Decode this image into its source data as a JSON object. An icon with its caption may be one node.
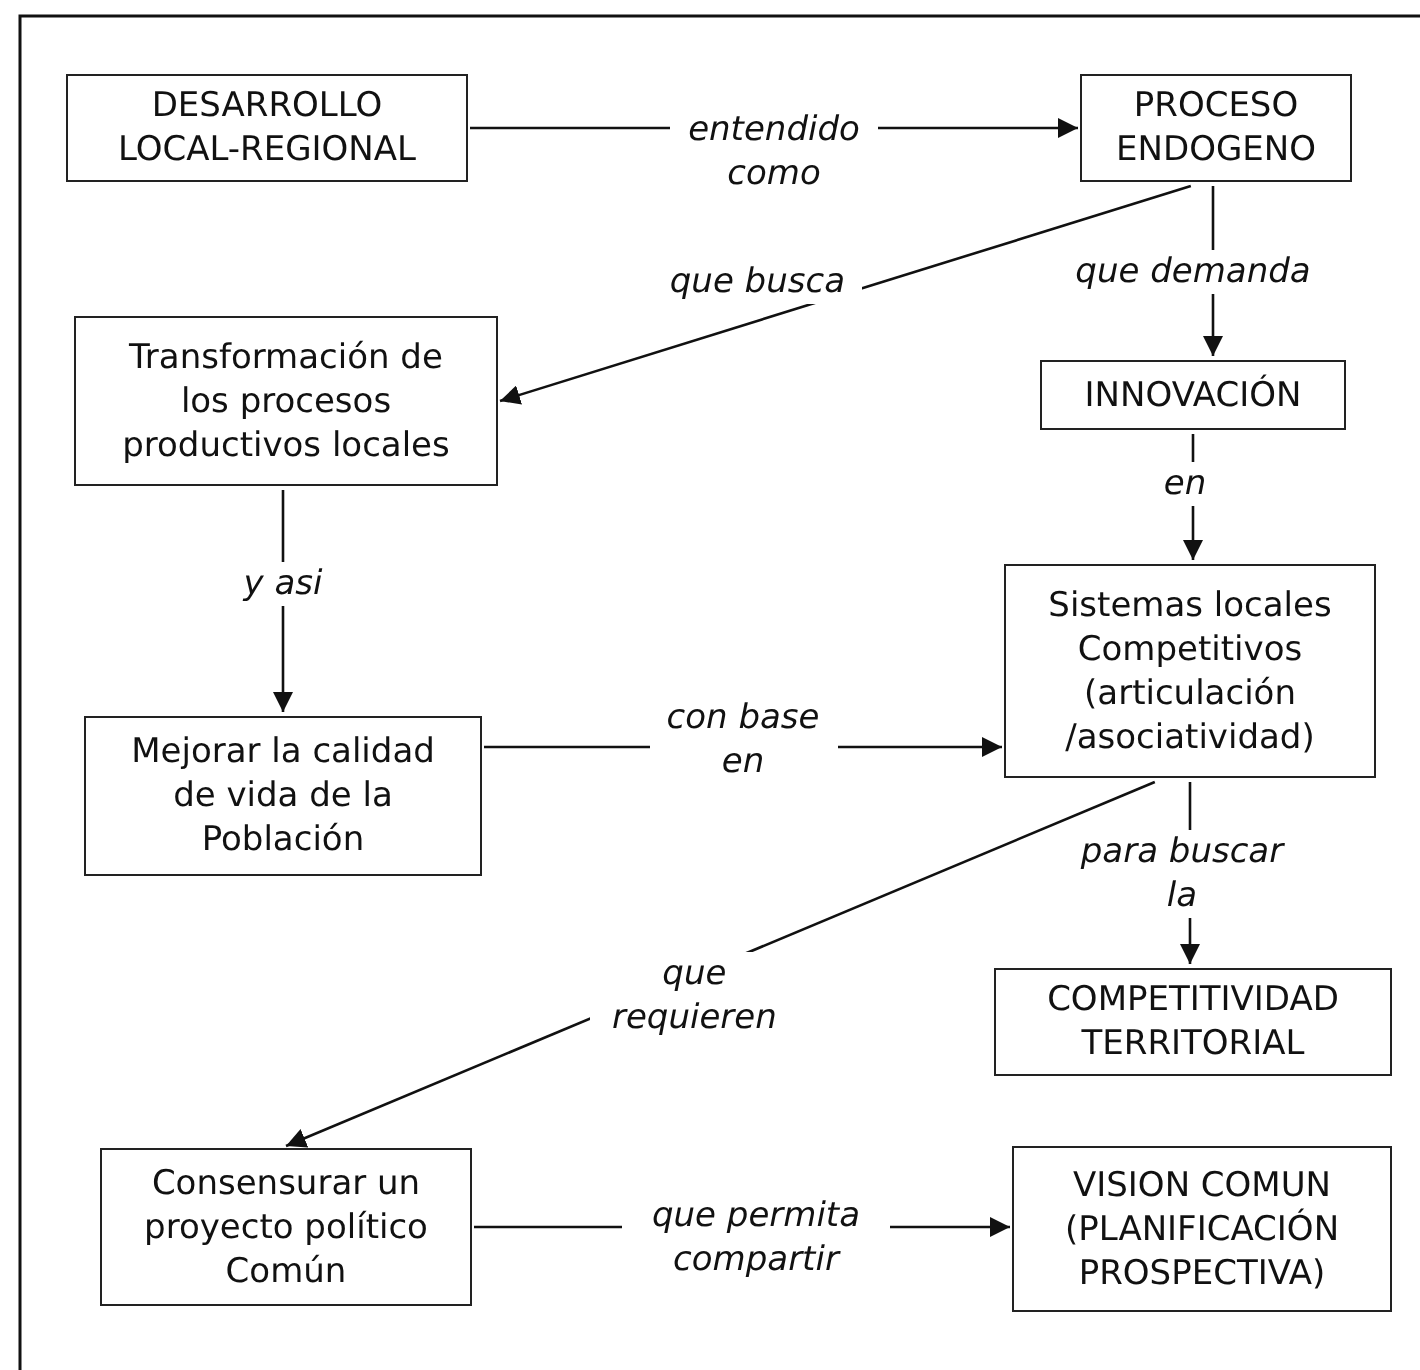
{
  "diagram": {
    "nodes": [
      {
        "text": [
          "DESARROLLO LOCAL-REGIONAL"
        ]
      },
      {
        "text": [
          "PROCESO ENDOGENO"
        ]
      },
      {
        "text": [
          "Transformación de los procesos productivos locales"
        ]
      },
      {
        "text": [
          "INNOVACIÓN"
        ]
      },
      {
        "text": [
          "Sistemas locales Competitivos (articulación /asociatividad)"
        ]
      },
      {
        "text": [
          "Mejorar la calidad de vida de la Población"
        ]
      },
      {
        "text": [
          "COMPETITIVIDAD TERRITORIAL"
        ]
      },
      {
        "text": [
          "Consensurar un proyecto político Común"
        ]
      },
      {
        "text": [
          "VISION COMUN (PLANIFICACIÓN PROSPECTIVA)"
        ]
      }
    ],
    "edges": [
      {
        "from": 0,
        "to": 1,
        "arrow": "to",
        "label": "entendido como"
      },
      {
        "from": 1,
        "to": 2,
        "arrow": "to",
        "label": "que busca"
      },
      {
        "from": 1,
        "to": 3,
        "arrow": "to",
        "label": "que demanda"
      },
      {
        "from": 3,
        "to": 4,
        "arrow": "to",
        "label": "en"
      },
      {
        "from": 2,
        "to": 5,
        "arrow": "to",
        "label": "y asi"
      },
      {
        "from": 5,
        "to": 4,
        "arrow": "to",
        "label": "con base en"
      },
      {
        "from": 4,
        "to": 6,
        "arrow": "to",
        "label": "para buscar la"
      },
      {
        "from": 4,
        "to": 7,
        "arrow": "to",
        "label": "que requieren"
      },
      {
        "from": 7,
        "to": 8,
        "arrow": "to",
        "label": "que permita compartir"
      }
    ]
  }
}
